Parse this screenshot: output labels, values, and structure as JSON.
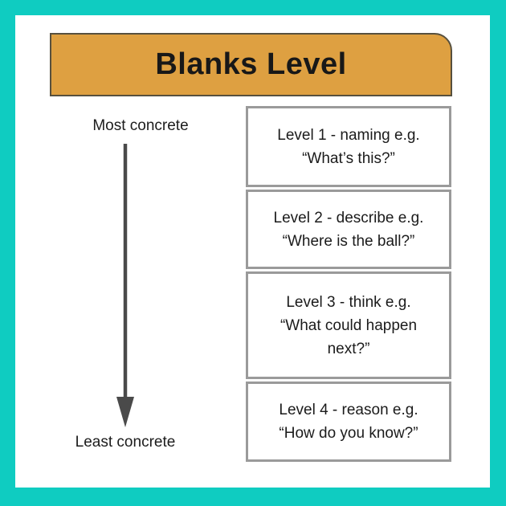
{
  "header": {
    "title": "Blanks Level"
  },
  "axis": {
    "top_label": "Most concrete",
    "bottom_label": "Least concrete",
    "arrow_direction": "down"
  },
  "levels": [
    {
      "label": "Level 1 - naming e.g.",
      "example": "“What’s this?”"
    },
    {
      "label": "Level 2 - describe e.g.",
      "example": "“Where is the ball?”"
    },
    {
      "label": "Level 3 - think e.g.",
      "example": "“What could happen next?”"
    },
    {
      "label": "Level 4 - reason e.g.",
      "example": "“How do you know?”"
    }
  ],
  "colors": {
    "border_teal": "#0fccc1",
    "banner_orange": "#dea041",
    "banner_outline": "#57503e",
    "box_border_gray": "#9a9a9a",
    "arrow_gray": "#4a4a4a",
    "text_black": "#1b1b1b",
    "background_white": "#ffffff"
  }
}
